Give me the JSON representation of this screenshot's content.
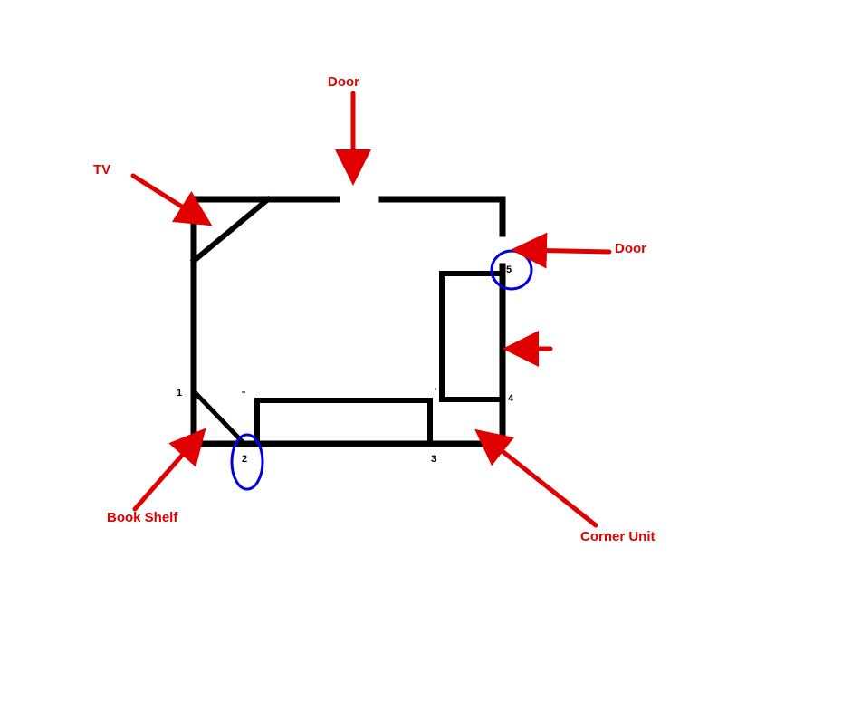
{
  "labels": {
    "door_top": "Door",
    "door_right": "Door",
    "tv": "TV",
    "book_shelf": "Book Shelf",
    "corner_unit": "Corner Unit"
  },
  "points": {
    "p1": "1",
    "p2": "2",
    "p3": "3",
    "p4": "4",
    "p5": "5"
  },
  "colors": {
    "wall": "#000000",
    "annotation": "#e00000",
    "highlight": "#0000e0",
    "background": "#ffffff"
  }
}
